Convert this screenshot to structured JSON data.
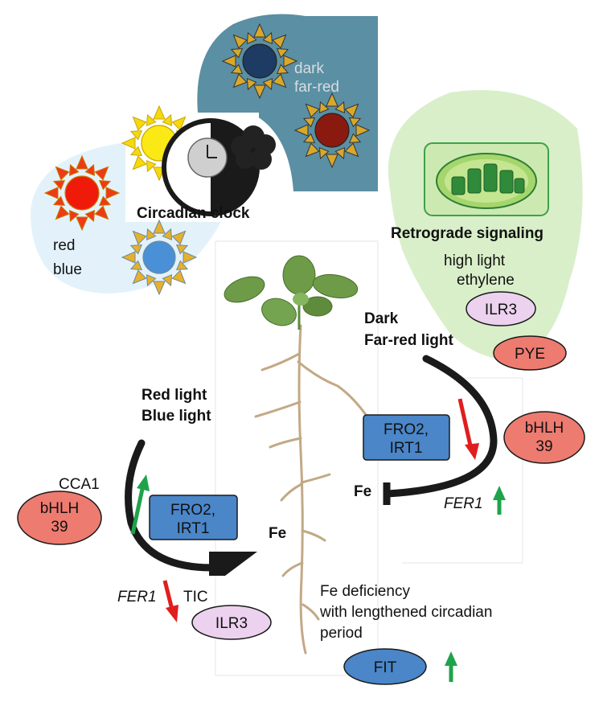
{
  "top_panel": {
    "dark_conditions": [
      "dark",
      "far-red"
    ],
    "light_conditions": [
      "red",
      "blue"
    ],
    "circadian_clock": "Circadian clock"
  },
  "retrograde": {
    "title": "Retrograde signaling",
    "conditions": [
      "high light",
      "ethylene"
    ],
    "ilr3": "ILR3",
    "pye": "PYE"
  },
  "right_branch": {
    "title": [
      "Dark",
      "Far-red light"
    ],
    "fro2_irt1": [
      "FRO2,",
      "IRT1"
    ],
    "bhlh39": [
      "bHLH",
      "39"
    ],
    "fe": "Fe",
    "fer1": "FER1"
  },
  "left_branch": {
    "title": [
      "Red light",
      "Blue light"
    ],
    "cca1": "CCA1",
    "bhlh39": [
      "bHLH",
      "39"
    ],
    "fro2_irt1": [
      "FRO2,",
      "IRT1"
    ],
    "fe": "Fe",
    "fer1": "FER1",
    "tic": "TIC",
    "ilr3": "ILR3"
  },
  "bottom": {
    "fe_deficiency": [
      "Fe deficiency",
      "with lengthened circadian",
      "period"
    ],
    "fit": "FIT"
  },
  "colors": {
    "blue_panel": "#e3f2fa",
    "teal_panel": "#5b8fa3",
    "green_panel": "#d9efc9",
    "salmon": "#ee7b70",
    "lavender": "#ecd2ee",
    "blue_box": "#4a86c8",
    "arrow_red": "#e01e1e",
    "arrow_green": "#1fa34a"
  }
}
